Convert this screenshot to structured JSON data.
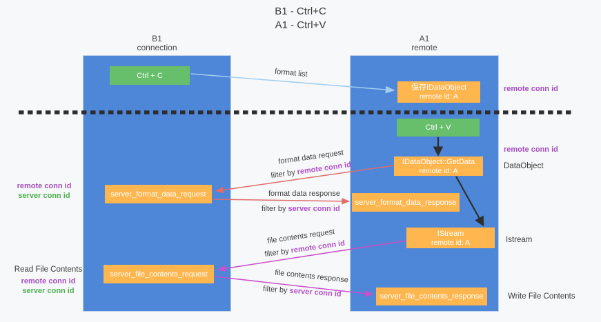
{
  "title": {
    "line1": "B1 - Ctrl+C",
    "line2": "A1 - Ctrl+V"
  },
  "lanes": {
    "b1": {
      "name": "B1",
      "role": "connection"
    },
    "a1": {
      "name": "A1",
      "role": "remote"
    }
  },
  "nodes": {
    "ctrl_c": {
      "label": "Ctrl + C"
    },
    "ctrl_v": {
      "label": "Ctrl + V"
    },
    "store_idataobject": {
      "line1": "保存IDataObject",
      "line2": "remote id: A"
    },
    "getdata": {
      "line1": "IDataObject::GetData",
      "line2": "remote id: A"
    },
    "istream": {
      "line1": "IStream",
      "line2": "remote id: A"
    },
    "server_format_data_request": {
      "label": "server_format_data_request"
    },
    "server_format_data_response": {
      "label": "server_format_data_response"
    },
    "server_file_contents_request": {
      "label": "server_file_contents_request"
    },
    "server_file_contents_response": {
      "label": "server_file_contents_response"
    }
  },
  "messages": {
    "format_list": "format list",
    "format_data_request": "format data request",
    "format_data_response": "format data response",
    "file_contents_request": "file contents request",
    "file_contents_response": "file contents response",
    "filter_by": "filter by",
    "remote_conn_id": "remote conn id",
    "server_conn_id": "server conn id"
  },
  "annotations": {
    "remote_conn_id": "remote conn id",
    "server_conn_id": "server conn id",
    "dataobject": "DataObject",
    "istream": "Istream",
    "read_file_contents": "Read File Contents",
    "write_file_contents": "Write File Contents"
  },
  "colors": {
    "lane_fill": "#4e86d8",
    "node_orange": "#ffb64f",
    "node_green": "#67bf6b",
    "arrow_lightblue": "#a3cdf0",
    "arrow_red": "#e06c6c",
    "arrow_magenta": "#cb4ecb",
    "arrow_black": "#2f2f2f",
    "text_purple": "#a44fbe",
    "text_green": "#4caf50",
    "dashed_divider": "#2d2d2d"
  }
}
